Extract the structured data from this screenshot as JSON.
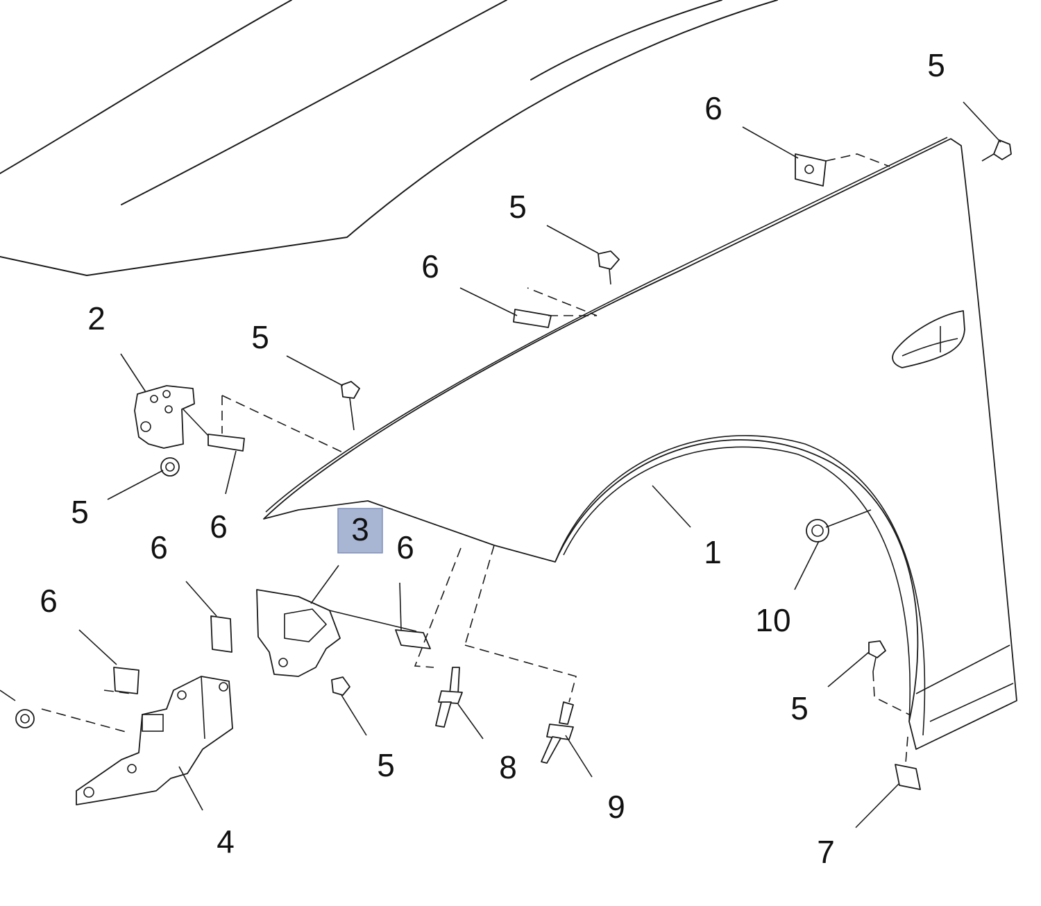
{
  "diagram": {
    "highlight_color": "#a8b6d4",
    "callouts": [
      {
        "id": "c1",
        "label": "1"
      },
      {
        "id": "c2",
        "label": "2"
      },
      {
        "id": "c3",
        "label": "3",
        "highlighted": true
      },
      {
        "id": "c4",
        "label": "4"
      },
      {
        "id": "c5a",
        "label": "5"
      },
      {
        "id": "c5b",
        "label": "5"
      },
      {
        "id": "c5c",
        "label": "5"
      },
      {
        "id": "c5d",
        "label": "5"
      },
      {
        "id": "c5e",
        "label": "5"
      },
      {
        "id": "c5f",
        "label": "5"
      },
      {
        "id": "c6a",
        "label": "6"
      },
      {
        "id": "c6b",
        "label": "6"
      },
      {
        "id": "c6c",
        "label": "6"
      },
      {
        "id": "c6d",
        "label": "6"
      },
      {
        "id": "c6e",
        "label": "6"
      },
      {
        "id": "c6f",
        "label": "6"
      },
      {
        "id": "c7",
        "label": "7"
      },
      {
        "id": "c8",
        "label": "8"
      },
      {
        "id": "c9",
        "label": "9"
      },
      {
        "id": "c10",
        "label": "10"
      }
    ]
  }
}
